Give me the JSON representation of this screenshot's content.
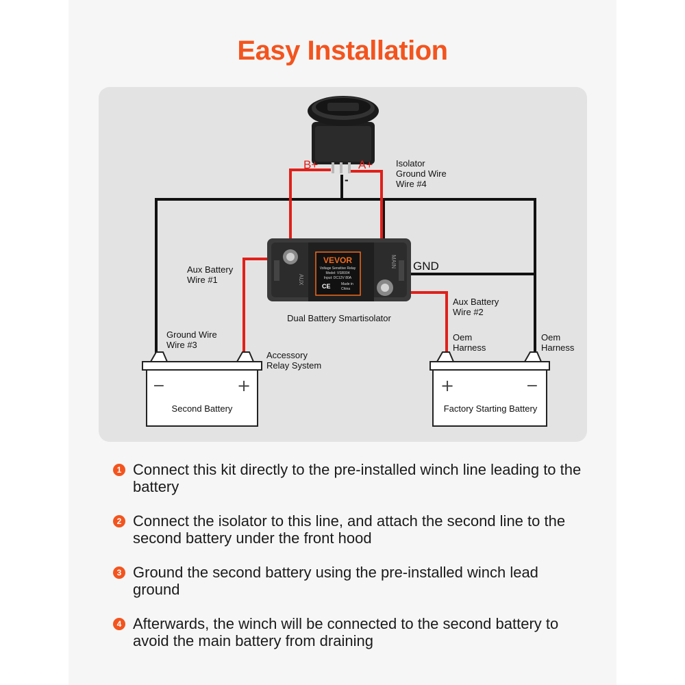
{
  "title": "Easy Installation",
  "colors": {
    "accent": "#f3541e",
    "wire_red": "#e0201a",
    "wire_black": "#111111"
  },
  "switch": {
    "b_plus": "B+",
    "a_plus": "A+",
    "minus": "-"
  },
  "device": {
    "brand": "VEVOR",
    "line1": "Voltage Sensitive Relay",
    "line2": "Model: VSR004",
    "line3": "Input: DC12V 80A",
    "made_line1": "Made in",
    "made_line2": "China",
    "ce": "CE",
    "aux_port": "AUX",
    "main_port": "MAIN",
    "caption": "Dual Battery Smartisolator"
  },
  "labels": {
    "isolator_ground_1": "Isolator",
    "isolator_ground_2": "Ground Wire",
    "isolator_ground_3": "Wire #4",
    "aux_wire1_1": "Aux Battery",
    "aux_wire1_2": "Wire #1",
    "ground_wire3_1": "Ground Wire",
    "ground_wire3_2": "Wire #3",
    "accessory_1": "Accessory",
    "accessory_2": "Relay System",
    "gnd": "GND",
    "aux_wire2_1": "Aux Battery",
    "aux_wire2_2": "Wire #2",
    "oem_left_1": "Oem",
    "oem_left_2": "Harness",
    "oem_right_1": "Oem",
    "oem_right_2": "Harness"
  },
  "batteries": {
    "second": {
      "name": "Second Battery",
      "minus": "−",
      "plus": "+"
    },
    "factory": {
      "name": "Factory Starting Battery",
      "minus": "−",
      "plus": "+"
    }
  },
  "steps": [
    {
      "num": "1",
      "text": "Connect this kit directly to the pre-installed winch line leading to the battery"
    },
    {
      "num": "2",
      "text": "Connect the isolator to this line, and attach the second line to the second battery under the front hood"
    },
    {
      "num": "3",
      "text": "Ground the second battery using the pre-installed winch lead ground"
    },
    {
      "num": "4",
      "text": "Afterwards, the winch will be connected to the second battery to avoid the main battery from draining"
    }
  ]
}
